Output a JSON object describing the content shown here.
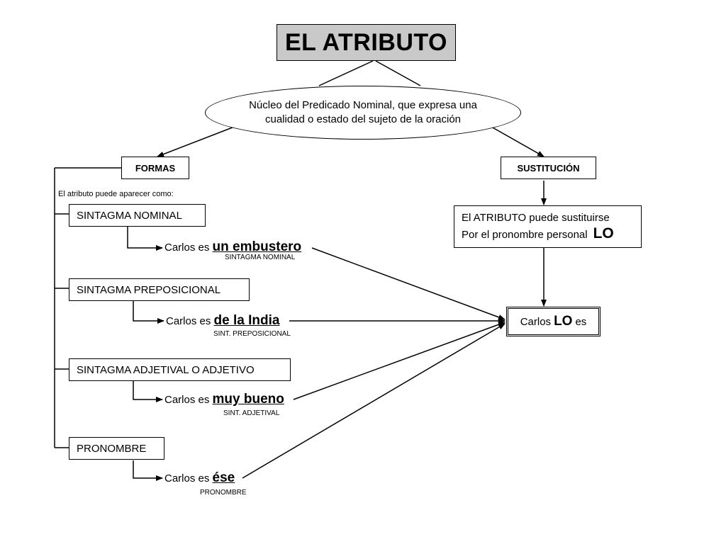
{
  "title": "EL ATRIBUTO",
  "definition": {
    "line1": "Núcleo del Predicado Nominal, que expresa una",
    "line2": "cualidad o estado del sujeto de la oración"
  },
  "formas": {
    "header": "FORMAS",
    "intro": "El atributo puede aparecer como:",
    "items": [
      {
        "label": "SINTAGMA NOMINAL",
        "prefix": "Carlos es ",
        "highlight": "un embustero",
        "caption": "SINTAGMA NOMINAL"
      },
      {
        "label": "SINTAGMA PREPOSICIONAL",
        "prefix": "Carlos es ",
        "highlight": "de la India",
        "caption": "SINT. PREPOSICIONAL"
      },
      {
        "label": "SINTAGMA ADJETIVAL O ADJETIVO",
        "prefix": "Carlos es ",
        "highlight": "muy bueno",
        "caption": "SINT. ADJETIVAL"
      },
      {
        "label": "PRONOMBRE",
        "prefix": "Carlos es ",
        "highlight": "ése",
        "caption": "PRONOMBRE"
      }
    ]
  },
  "sustitucion": {
    "header": "SUSTITUCIÓN",
    "line1": "El ATRIBUTO puede sustituirse",
    "line2": "Por el pronombre personal",
    "pronoun": "LO"
  },
  "result": {
    "before": "Carlos",
    "pronoun": "LO",
    "after": "es"
  }
}
